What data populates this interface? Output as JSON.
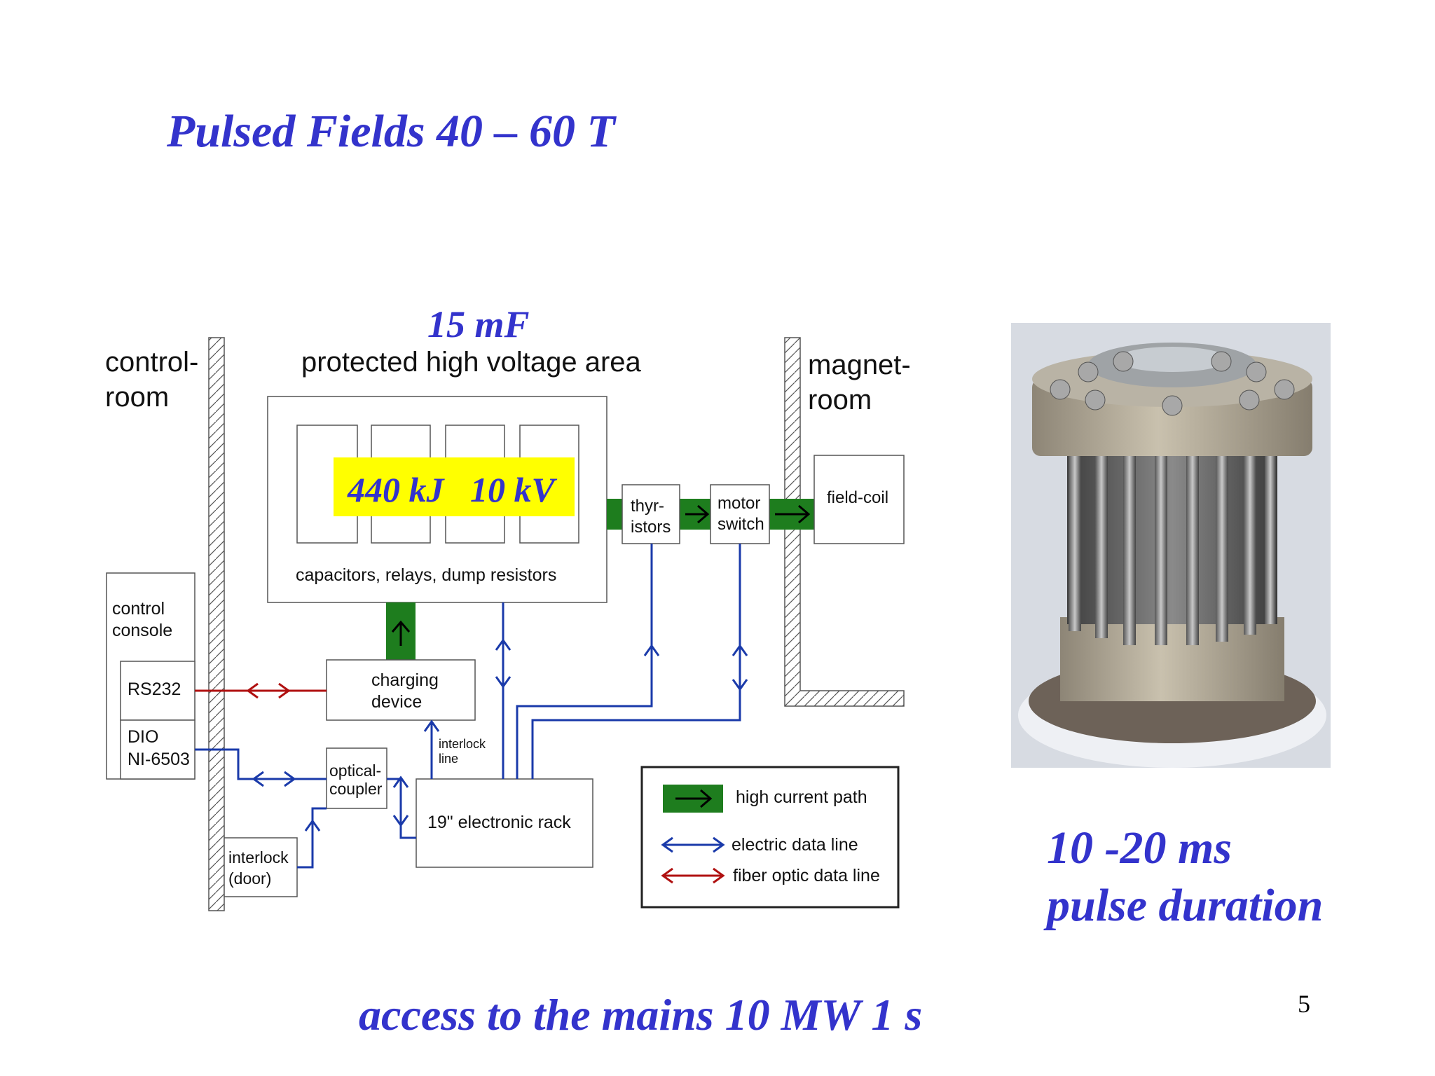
{
  "title": "Pulsed Fields 40 – 60 T",
  "capacitance": "15 mF",
  "hv_area": {
    "label": "protected high voltage area",
    "caption": "capacitors, relays, dump resistors",
    "energy_voltage": "440 kJ   10 kV"
  },
  "rooms": {
    "control_line1": "control-",
    "control_line2": "room",
    "magnet_line1": "magnet-",
    "magnet_line2": "room"
  },
  "boxes": {
    "thyristors_line1": "thyr-",
    "thyristors_line2": "istors",
    "motor_line1": "motor",
    "motor_line2": "switch",
    "field_coil": "field-coil",
    "console_line1": "control",
    "console_line2": "console",
    "rs232": "RS232",
    "dio_line1": "DIO",
    "dio_line2": "NI-6503",
    "charging_line1": "charging",
    "charging_line2": "device",
    "optical_line1": "optical-",
    "optical_line2": "coupler",
    "interlock_line1": "interlock",
    "interlock_line2": "(door)",
    "interlock_line_label1": "interlock",
    "interlock_line_label2": "line",
    "rack": "19\" electronic rack"
  },
  "legend": {
    "high_current": "high current path",
    "electric": "electric data line",
    "fiber": "fiber optic data line"
  },
  "colors": {
    "accent": "#3333cc",
    "high_current": "#1e7d1e",
    "electric": "#1a3aaa",
    "fiber": "#b01010",
    "highlight": "#ffff00"
  },
  "pulse": {
    "line1": "10 -20 ms",
    "line2": "pulse duration"
  },
  "bottom": "access to the mains  10 MW  1 s",
  "slide_number": "5"
}
